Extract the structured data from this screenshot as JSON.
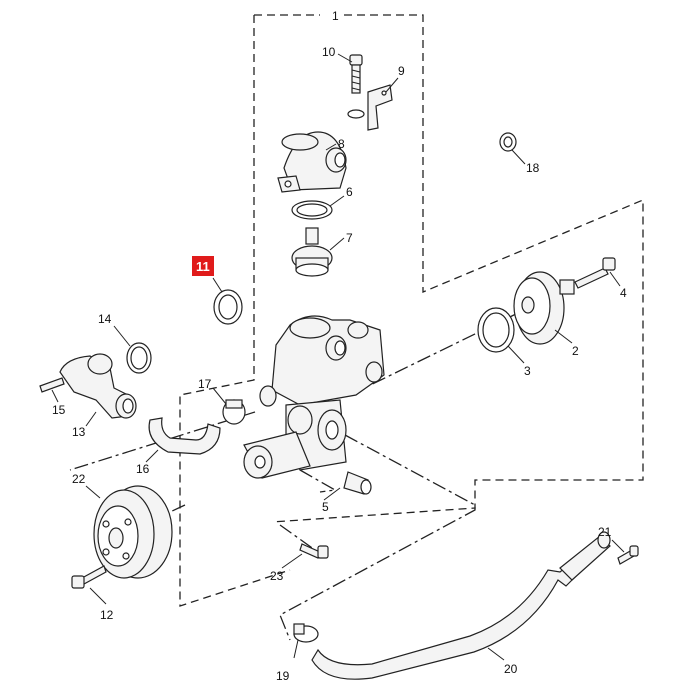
{
  "callouts": [
    {
      "id": "1",
      "label": "1"
    },
    {
      "id": "2",
      "label": "2"
    },
    {
      "id": "3",
      "label": "3"
    },
    {
      "id": "4",
      "label": "4"
    },
    {
      "id": "5",
      "label": "5"
    },
    {
      "id": "6",
      "label": "6"
    },
    {
      "id": "7",
      "label": "7"
    },
    {
      "id": "8",
      "label": "8"
    },
    {
      "id": "9",
      "label": "9"
    },
    {
      "id": "10",
      "label": "10"
    },
    {
      "id": "11",
      "label": "11",
      "highlighted": true
    },
    {
      "id": "12",
      "label": "12"
    },
    {
      "id": "13",
      "label": "13"
    },
    {
      "id": "14",
      "label": "14"
    },
    {
      "id": "15",
      "label": "15"
    },
    {
      "id": "16",
      "label": "16"
    },
    {
      "id": "17",
      "label": "17"
    },
    {
      "id": "18",
      "label": "18"
    },
    {
      "id": "19",
      "label": "19"
    },
    {
      "id": "20",
      "label": "20"
    },
    {
      "id": "21",
      "label": "21"
    },
    {
      "id": "22",
      "label": "22"
    },
    {
      "id": "23",
      "label": "23"
    }
  ],
  "colors": {
    "highlight": "#e01b1b",
    "line": "#222222",
    "background": "#ffffff"
  }
}
